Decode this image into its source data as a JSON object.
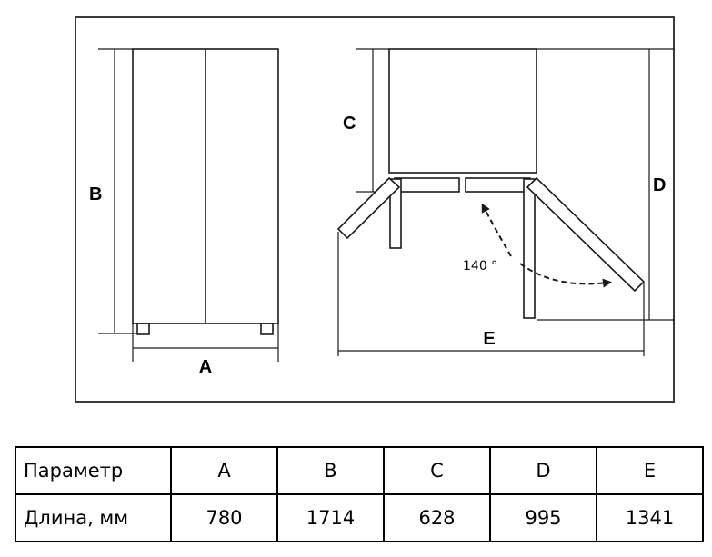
{
  "diagram": {
    "labels": {
      "a": "A",
      "b": "B",
      "c": "C",
      "d": "D",
      "e": "E"
    },
    "angle_label": "140 °"
  },
  "table": {
    "header": [
      "Параметр",
      "A",
      "B",
      "C",
      "D",
      "E"
    ],
    "row": [
      "Длина, мм",
      "780",
      "1714",
      "628",
      "995",
      "1341"
    ]
  }
}
